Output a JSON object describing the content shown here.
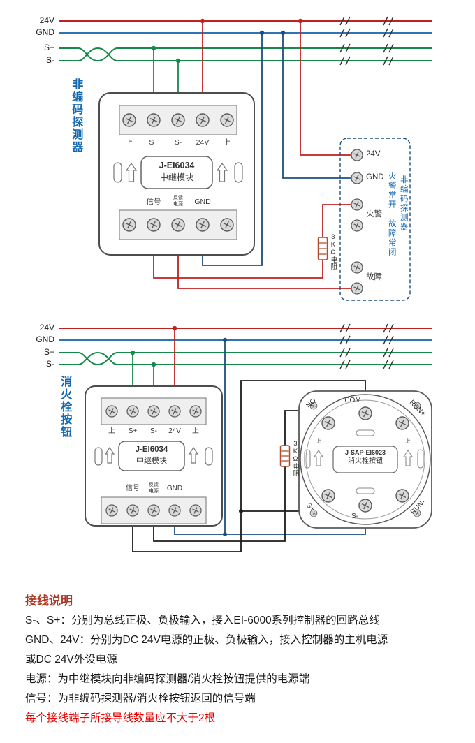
{
  "colors": {
    "bus_24v": "#bf2121",
    "bus_gnd": "#2e75b6",
    "bus_signal": "#15884a",
    "wire_blue": "#1f4e79",
    "wire_black": "#1c1c1c",
    "label_blue": "#1268b3",
    "warning_red": "#e60000"
  },
  "top": {
    "bus": [
      "24V",
      "GND",
      "S+",
      "S-"
    ],
    "side_label": "非编码探测器",
    "module": {
      "model": "J-EI6034",
      "name": "中继模块",
      "t1": "上",
      "t2": "S+",
      "t3": "S-",
      "t4": "24V",
      "t5": "上",
      "b1": "信号",
      "b2a": "反馈",
      "b2b": "电源",
      "b3": "GND"
    },
    "resistor": "3KΩ电阻",
    "detector": {
      "t_24v": "24V",
      "t_gnd": "GND",
      "t_fire": "火警",
      "t_fault": "故障",
      "note_contacts": "火警常开 故障常闭",
      "note_name": "非编码探测器"
    }
  },
  "bottom": {
    "bus": [
      "24V",
      "GND",
      "S+",
      "S-"
    ],
    "side_label": "消火栓按钮",
    "module": {
      "model": "J-EI6034",
      "name": "中继模块",
      "t1": "上",
      "t2": "S+",
      "t3": "S-",
      "t4": "24V",
      "t5": "上",
      "b1": "信号",
      "b2a": "反馈",
      "b2b": "电源",
      "b3": "GND"
    },
    "resistor": "3KΩ电阻",
    "button": {
      "model": "J-SAP-EI6023",
      "name": "消火栓按钮",
      "t_no": "NO",
      "t_com": "COM",
      "t_run_plus": "RUN+",
      "t_s_plus": "S+",
      "t_s_minus": "S-",
      "t_run_minus": "RUN-",
      "orientation": "上"
    }
  },
  "notes": {
    "title": "接线说明",
    "line1": "S-、S+：分别为总线正极、负极输入，接入EI-6000系列控制器的回路总线",
    "line2": "GND、24V：分别为DC 24V电源的正极、负极输入，接入控制器的主机电源",
    "line3": "或DC 24V外设电源",
    "line4": "电源：为中继模块向非编码探测器/消火栓按钮提供的电源端",
    "line5": "信号：为非编码探测器/消火栓按钮返回的信号端",
    "warning": "每个接线端子所接导线数量应不大于2根"
  }
}
